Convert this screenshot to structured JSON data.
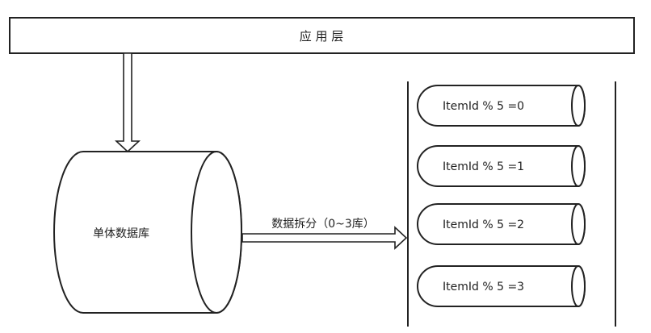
{
  "app_layer": {
    "label": "应 用 层"
  },
  "single_db": {
    "label": "单体数据库"
  },
  "split_arrow": {
    "label": "数据拆分（0~3库）"
  },
  "shards": [
    {
      "label": "ItemId % 5 =0"
    },
    {
      "label": "ItemId % 5 =1"
    },
    {
      "label": "ItemId % 5 =2"
    },
    {
      "label": "ItemId % 5 =3"
    }
  ],
  "colors": {
    "stroke": "#222222",
    "fill": "#ffffff"
  }
}
